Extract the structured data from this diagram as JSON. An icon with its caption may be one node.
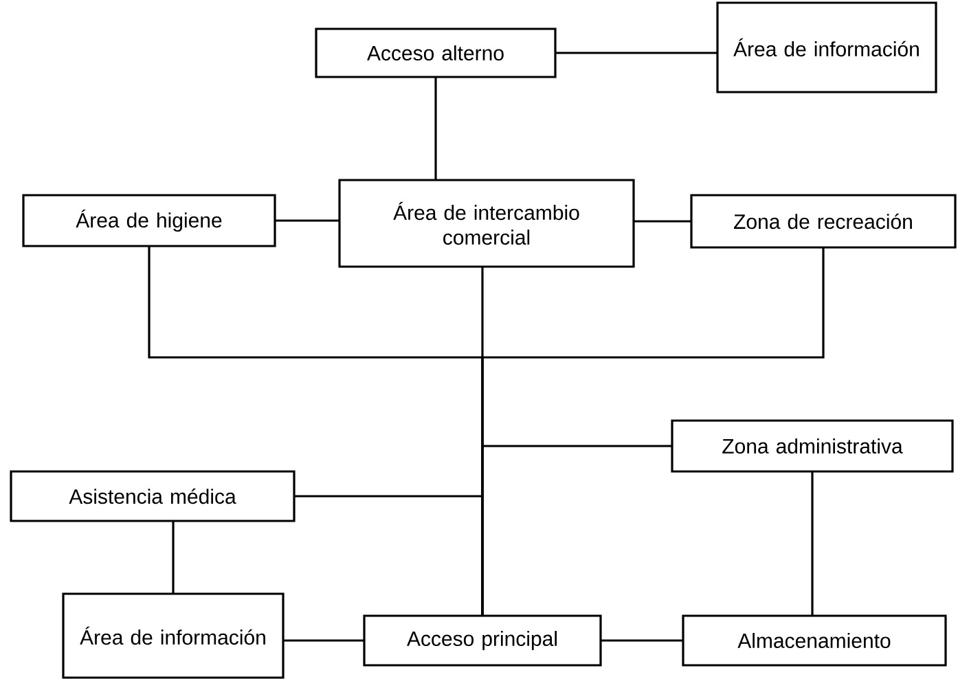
{
  "diagram": {
    "nodes": [
      {
        "text": [
          "Acceso alterno"
        ]
      },
      {
        "text": [
          "Área de información"
        ]
      },
      {
        "text": [
          "Área de intercambio comercial"
        ]
      },
      {
        "text": [
          "Área de higiene"
        ]
      },
      {
        "text": [
          "Zona de recreación"
        ]
      },
      {
        "text": [
          "Zona administrativa"
        ]
      },
      {
        "text": [
          "Asistencia médica"
        ]
      },
      {
        "text": [
          "Área de información"
        ]
      },
      {
        "text": [
          "Acceso principal"
        ]
      },
      {
        "text": [
          "Almacenamiento"
        ]
      }
    ],
    "edges": [
      {
        "from": 0,
        "to": 1,
        "arrow": "none"
      },
      {
        "from": 0,
        "to": 2,
        "arrow": "none"
      },
      {
        "from": 3,
        "to": 2,
        "arrow": "none"
      },
      {
        "from": 2,
        "to": 4,
        "arrow": "none"
      },
      {
        "from": 2,
        "to": 8,
        "arrow": "none"
      },
      {
        "from": 3,
        "to": 8,
        "arrow": "none"
      },
      {
        "from": 4,
        "to": 8,
        "arrow": "none"
      },
      {
        "from": 5,
        "to": 8,
        "arrow": "none"
      },
      {
        "from": 6,
        "to": 8,
        "arrow": "none"
      },
      {
        "from": 6,
        "to": 7,
        "arrow": "none"
      },
      {
        "from": 7,
        "to": 8,
        "arrow": "none"
      },
      {
        "from": 8,
        "to": 9,
        "arrow": "none"
      },
      {
        "from": 5,
        "to": 9,
        "arrow": "none"
      }
    ]
  }
}
